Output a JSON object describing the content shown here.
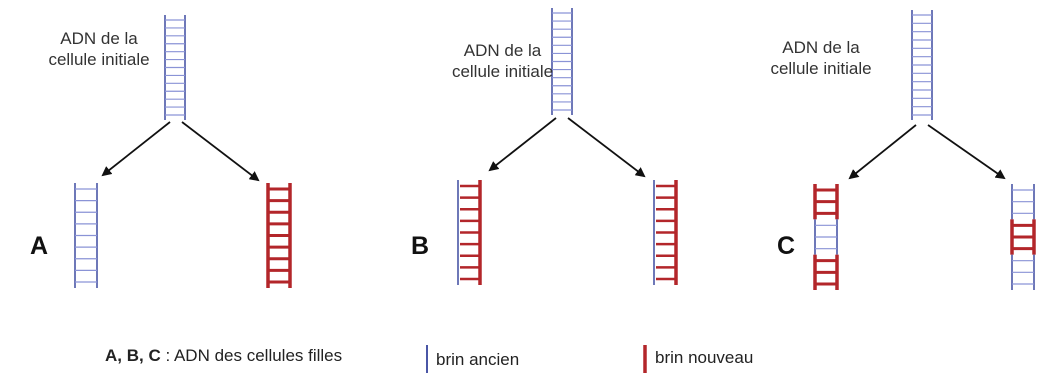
{
  "colors": {
    "old_strand": "#4a56a6",
    "old_rung": "#8a93d6",
    "new_strand": "#b3262a",
    "arrow": "#111111"
  },
  "panels": [
    {
      "id": "A",
      "letter": "A",
      "parent_label_line1": "ADN de la",
      "parent_label_line2": "cellule initiale",
      "left_daughter": {
        "segments": [
          "old"
        ]
      },
      "right_daughter": {
        "segments": [
          "new"
        ]
      }
    },
    {
      "id": "B",
      "letter": "B",
      "parent_label_line1": "ADN de la",
      "parent_label_line2": "cellule initiale",
      "left_daughter": {
        "segments": [
          "semi"
        ]
      },
      "right_daughter": {
        "segments": [
          "semi"
        ]
      }
    },
    {
      "id": "C",
      "letter": "C",
      "parent_label_line1": "ADN de la",
      "parent_label_line2": "cellule initiale",
      "left_daughter": {
        "segments": [
          "new",
          "old",
          "new"
        ]
      },
      "right_daughter": {
        "segments": [
          "old",
          "new",
          "old"
        ]
      }
    }
  ],
  "legend": {
    "letters": "A, B, C",
    "caption": " : ADN des cellules filles",
    "old_strand_label": "brin ancien",
    "new_strand_label": "brin nouveau"
  }
}
